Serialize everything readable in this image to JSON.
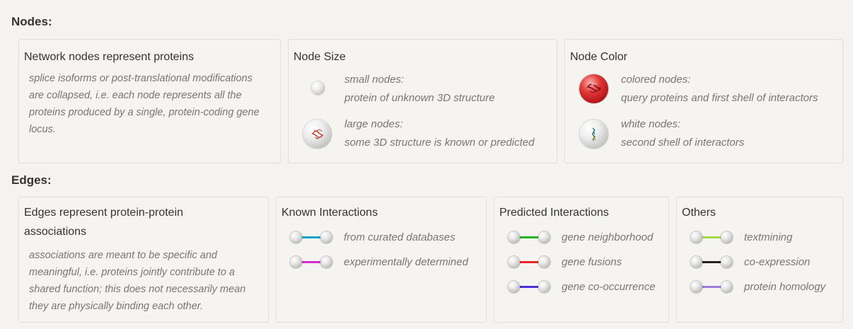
{
  "nodes_section": {
    "title": "Nodes:",
    "proteins_box": {
      "title": "Network nodes represent proteins",
      "description_lines": [
        "splice isoforms or post-translational modifications",
        "are collapsed, i.e. each node represents all the",
        "proteins produced by a single, protein-coding gene",
        "locus."
      ]
    },
    "size_box": {
      "title": "Node Size",
      "items": [
        {
          "label": "small nodes:",
          "desc": "protein of unknown 3D structure",
          "icon": "small-node-icon"
        },
        {
          "label": "large nodes:",
          "desc": "some 3D structure is known or predicted",
          "icon": "large-node-icon"
        }
      ]
    },
    "color_box": {
      "title": "Node Color",
      "items": [
        {
          "label": "colored nodes:",
          "desc": "query proteins and first shell of interactors",
          "icon": "colored-node-icon"
        },
        {
          "label": "white nodes:",
          "desc": "second shell of interactors",
          "icon": "white-node-icon"
        }
      ]
    }
  },
  "edges_section": {
    "title": "Edges:",
    "associations_box": {
      "title_lines": [
        "Edges represent protein-protein",
        "associations"
      ],
      "description_lines": [
        "associations are meant to be specific and",
        "meaningful, i.e. proteins jointly contribute to a",
        "shared function; this does not necessarily mean",
        "they are physically binding each other."
      ]
    },
    "known_box": {
      "title": "Known Interactions",
      "items": [
        {
          "label": "from curated databases",
          "color": "#1aa3c8"
        },
        {
          "label": "experimentally determined",
          "color": "#d22fd0"
        }
      ]
    },
    "predicted_box": {
      "title": "Predicted Interactions",
      "items": [
        {
          "label": "gene neighborhood",
          "color": "#22b522"
        },
        {
          "label": "gene fusions",
          "color": "#e8262a"
        },
        {
          "label": "gene co-occurrence",
          "color": "#4a32d6"
        }
      ]
    },
    "others_box": {
      "title": "Others",
      "items": [
        {
          "label": "textmining",
          "color": "#a3d84a"
        },
        {
          "label": "co-expression",
          "color": "#222222"
        },
        {
          "label": "protein homology",
          "color": "#9a7ddc"
        }
      ]
    }
  }
}
